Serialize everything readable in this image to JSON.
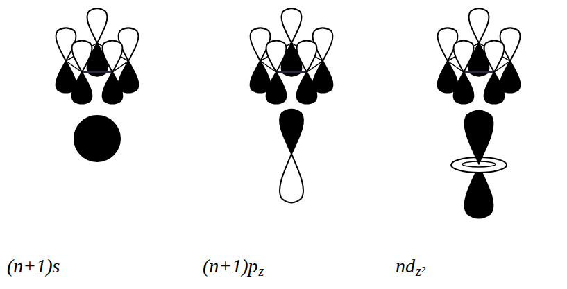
{
  "diagram": {
    "labels": [
      "(n+1)s",
      "(n+1)p",
      "z",
      "nd",
      "z²"
    ]
  }
}
